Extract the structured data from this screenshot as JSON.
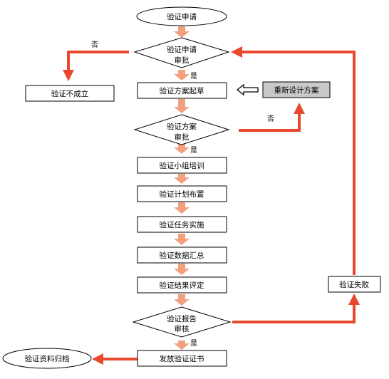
{
  "nodes": {
    "apply": "验证申请",
    "review1_l1": "验证申请",
    "review1_l2": "审批",
    "draft": "验证方案起草",
    "redesign": "重新设计方案",
    "review2_l1": "验证方案",
    "review2_l2": "审批",
    "fail_void": "验证不成立",
    "training": "验证小组培训",
    "layout": "验证计划布置",
    "execute": "验证任务实施",
    "collect": "验证数据汇总",
    "evaluate": "验证结果评定",
    "report_l1": "验证报告",
    "report_l2": "审核",
    "fail": "验证失败",
    "issue": "发放验证证书",
    "archive": "验证资料归档"
  },
  "edge_labels": {
    "no1": "否",
    "yes1": "是",
    "no2": "否",
    "yes2": "是",
    "yes3": "是"
  },
  "colors": {
    "red_arrow": "#e8482c",
    "salmon_arrow": "#f2a07e",
    "redesign_fill": "#c8c8c8"
  }
}
